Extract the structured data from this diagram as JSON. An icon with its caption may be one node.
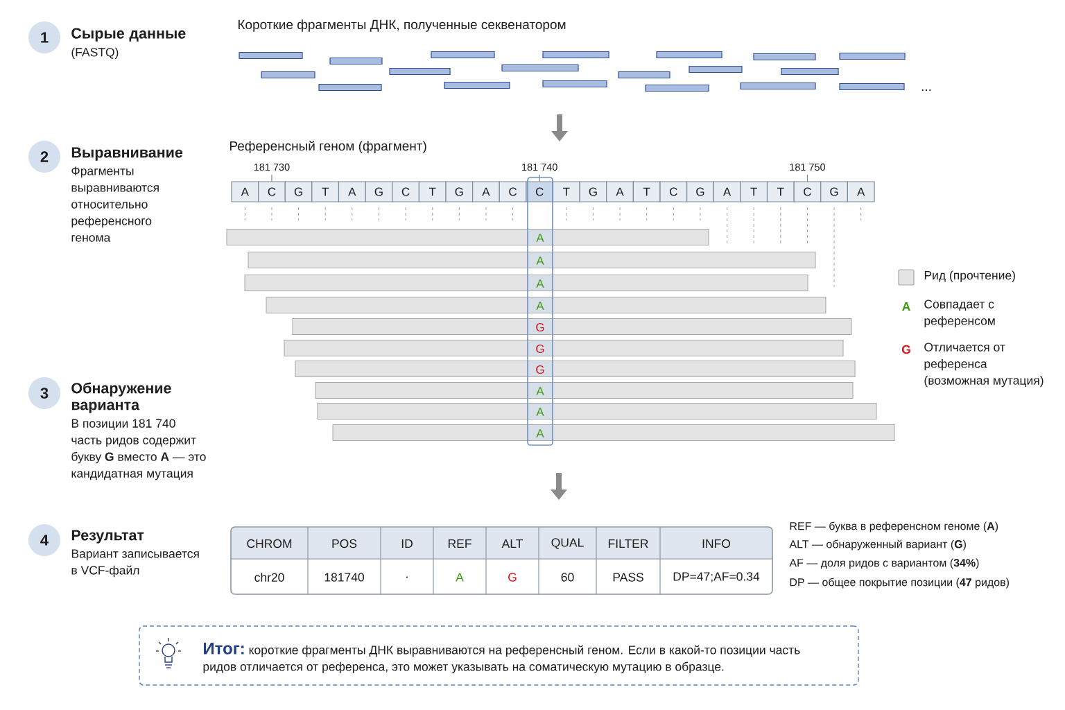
{
  "diagram": {
    "nodes": [
      {
        "text": [
          "1"
        ],
        "beside": [
          "Сырые данные",
          "(FASTQ)"
        ]
      },
      {
        "text": [
          "2"
        ],
        "beside": [
          "Выравнивание",
          "Фрагменты выравниваются относительно референсного генома"
        ]
      },
      {
        "text": [
          "3"
        ],
        "beside": [
          "Обнаружение варианта",
          "В позиции 181 740 часть ридов содержит букву **G** вместо **A** — это кандидатная мутация"
        ]
      },
      {
        "text": [
          "4"
        ],
        "beside": [
          "Результат",
          "Вариант записывается в VCF-файл"
        ]
      },
      {
        "text": [
          "A"
        ]
      },
      {
        "text": [
          "C"
        ]
      },
      {
        "text": [
          "G"
        ]
      },
      {
        "text": [
          "T"
        ]
      },
      {
        "text": [
          "A"
        ]
      },
      {
        "text": [
          "G"
        ]
      },
      {
        "text": [
          "C"
        ]
      },
      {
        "text": [
          "T"
        ]
      },
      {
        "text": [
          "G"
        ]
      },
      {
        "text": [
          "A"
        ]
      },
      {
        "text": [
          "C"
        ]
      },
      {
        "text": [
          "C"
        ]
      },
      {
        "text": [
          "T"
        ]
      },
      {
        "text": [
          "G"
        ]
      },
      {
        "text": [
          "A"
        ]
      },
      {
        "text": [
          "T"
        ]
      },
      {
        "text": [
          "C"
        ]
      },
      {
        "text": [
          "G"
        ]
      },
      {
        "text": [
          "A"
        ]
      },
      {
        "text": [
          "T"
        ]
      },
      {
        "text": [
          "T"
        ]
      },
      {
        "text": [
          "C"
        ]
      },
      {
        "text": [
          "G"
        ]
      },
      {
        "text": [
          "A"
        ]
      },
      {
        "text": [
          "A"
        ]
      },
      {
        "text": [
          "A"
        ]
      },
      {
        "text": [
          "A"
        ]
      },
      {
        "text": [
          "A"
        ]
      },
      {
        "text": [
          "G"
        ]
      },
      {
        "text": [
          "G"
        ]
      },
      {
        "text": [
          "G"
        ]
      },
      {
        "text": [
          "A"
        ]
      },
      {
        "text": [
          "A"
        ]
      },
      {
        "text": [
          "A"
        ]
      },
      {
        "text": [
          "Итог:",
          "короткие фрагменты ДНК выравниваются на референсный геном. Если в какой-то позиции часть ридов отличается от референса, это может указывать на соматическую мутацию в образце."
        ]
      }
    ],
    "labels": [
      "Короткие фрагменты ДНК, полученные секвенатором",
      "...",
      "Референсный геном (фрагмент)",
      "181 730",
      "181 740",
      "181 750",
      "A",
      "G",
      "CHROM",
      "POS",
      "ID",
      "REF",
      "ALT",
      "QUAL",
      "FILTER",
      "INFO",
      "chr20",
      "181740",
      ".",
      "A",
      "G",
      "60",
      "PASS",
      "DP=47;AF=0.34",
      "REF — буква в референсном геноме (**A**)",
      "ALT — обнаруженный вариант (**G**)",
      "AF — доля ридов с вариантом (**34%**)",
      "DP — общее покрытие позиции (**47** ридов)"
    ],
    "legend": [
      {
        "text": "Рид (прочтение)",
        "color": "#e4e4e4"
      },
      {
        "text": "Совпадает с референсом"
      },
      {
        "text": "Отличается от референса (возможная мутация)"
      }
    ]
  }
}
